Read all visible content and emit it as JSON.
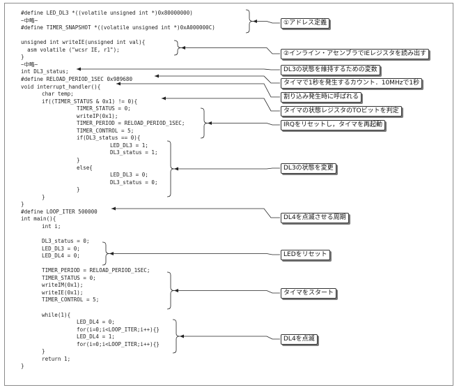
{
  "code_lines": [
    {
      "text": "#define LED_DL3 *((volatile unsigned int *)0x80000000)",
      "indent": 0,
      "row": 0
    },
    {
      "text": "~中略~",
      "indent": 0,
      "row": 1
    },
    {
      "text": "#define TIMER_SNAPSHOT *((volatile unsigned int *)0xA000000C)",
      "indent": 0,
      "row": 2
    },
    {
      "text": "unsigned int writeIE(unsigned int val){",
      "indent": 0,
      "row": 4
    },
    {
      "text": "  asm volatile (\"wcsr IE, r1\");",
      "indent": 0,
      "row": 5
    },
    {
      "text": "}",
      "indent": 0,
      "row": 6
    },
    {
      "text": "~中略~",
      "indent": 0,
      "row": 7
    },
    {
      "text": "int DL3_status;",
      "indent": 0,
      "row": 8
    },
    {
      "text": "#define RELOAD_PERIOD_1SEC 0x989680",
      "indent": 0,
      "row": 9
    },
    {
      "text": "void interrupt_handler(){",
      "indent": 0,
      "row": 10
    },
    {
      "text": "char temp;",
      "indent": 1,
      "row": 11
    },
    {
      "text": "if((TIMER_STATUS & 0x1) != 0){",
      "indent": 1,
      "row": 12
    },
    {
      "text": "TIMER_STATUS = 0;",
      "indent": 2,
      "row": 13
    },
    {
      "text": "writeIP(0x1);",
      "indent": 2,
      "row": 14
    },
    {
      "text": "TIMER_PERIOD = RELOAD_PERIOD_1SEC;",
      "indent": 2,
      "row": 15
    },
    {
      "text": "TIMER_CONTROL = 5;",
      "indent": 2,
      "row": 16
    },
    {
      "text": "if(DL3_status == 0){",
      "indent": 2,
      "row": 17
    },
    {
      "text": "LED_DL3 = 1;",
      "indent": 3,
      "row": 18
    },
    {
      "text": "DL3_status = 1;",
      "indent": 3,
      "row": 19
    },
    {
      "text": "}",
      "indent": 2,
      "row": 20
    },
    {
      "text": "else{",
      "indent": 2,
      "row": 21
    },
    {
      "text": "LED_DL3 = 0;",
      "indent": 3,
      "row": 22
    },
    {
      "text": "DL3_status = 0;",
      "indent": 3,
      "row": 23
    },
    {
      "text": "}",
      "indent": 2,
      "row": 24
    },
    {
      "text": "}",
      "indent": 1,
      "row": 25
    },
    {
      "text": "}",
      "indent": 0,
      "row": 26
    },
    {
      "text": "#define LOOP_ITER 500000",
      "indent": 0,
      "row": 27
    },
    {
      "text": "int main(){",
      "indent": 0,
      "row": 28
    },
    {
      "text": "int i;",
      "indent": 1,
      "row": 29
    },
    {
      "text": "DL3_status = 0;",
      "indent": 1,
      "row": 31
    },
    {
      "text": "LED_DL3 = 0;",
      "indent": 1,
      "row": 32
    },
    {
      "text": "LED_DL4 = 0;",
      "indent": 1,
      "row": 33
    },
    {
      "text": "TIMER_PERIOD = RELOAD_PERIOD_1SEC;",
      "indent": 1,
      "row": 35
    },
    {
      "text": "TIMER_STATUS = 0;",
      "indent": 1,
      "row": 36
    },
    {
      "text": "writeIM(0x1);",
      "indent": 1,
      "row": 37
    },
    {
      "text": "writeIE(0x1);",
      "indent": 1,
      "row": 38
    },
    {
      "text": "TIMER_CONTROL = 5;",
      "indent": 1,
      "row": 39
    },
    {
      "text": "while(1){",
      "indent": 1,
      "row": 41
    },
    {
      "text": "LED_DL4 = 0;",
      "indent": 2,
      "row": 42
    },
    {
      "text": "for(i=0;i<LOOP_ITER;i++){}",
      "indent": 2,
      "row": 43
    },
    {
      "text": "LED_DL4 = 1;",
      "indent": 2,
      "row": 44
    },
    {
      "text": "for(i=0;i<LOOP_ITER;i++){}",
      "indent": 2,
      "row": 45
    },
    {
      "text": "}",
      "indent": 1,
      "row": 46
    },
    {
      "text": "return 1;",
      "indent": 1,
      "row": 47
    },
    {
      "text": "}",
      "indent": 0,
      "row": 48
    }
  ],
  "annotations": [
    {
      "id": "address-define",
      "text": "①アドレス定義"
    },
    {
      "id": "inline-asm",
      "text": "②インライン・アセンブラでIEレジスタを読み出す"
    },
    {
      "id": "dl3-status-var",
      "text": "DL3の状態を維持するための変数"
    },
    {
      "id": "timer-count",
      "text": "タイマで1秒を発生するカウント．10MHzで1秒"
    },
    {
      "id": "interrupt-called",
      "text": "割り込み発生時に呼ばれる"
    },
    {
      "id": "timer-status-check",
      "text": "タイマの状態レジスタのTOビットを判定"
    },
    {
      "id": "irq-reset",
      "text": "IRQをリセットし，タイマを再起動"
    },
    {
      "id": "dl3-toggle",
      "text": "DL3の状態を変更"
    },
    {
      "id": "dl4-period",
      "text": "DL4を点滅させる周期"
    },
    {
      "id": "led-reset",
      "text": "LEDをリセット"
    },
    {
      "id": "timer-start",
      "text": "タイマをスタート"
    },
    {
      "id": "dl4-blink",
      "text": "DL4を点滅"
    }
  ]
}
